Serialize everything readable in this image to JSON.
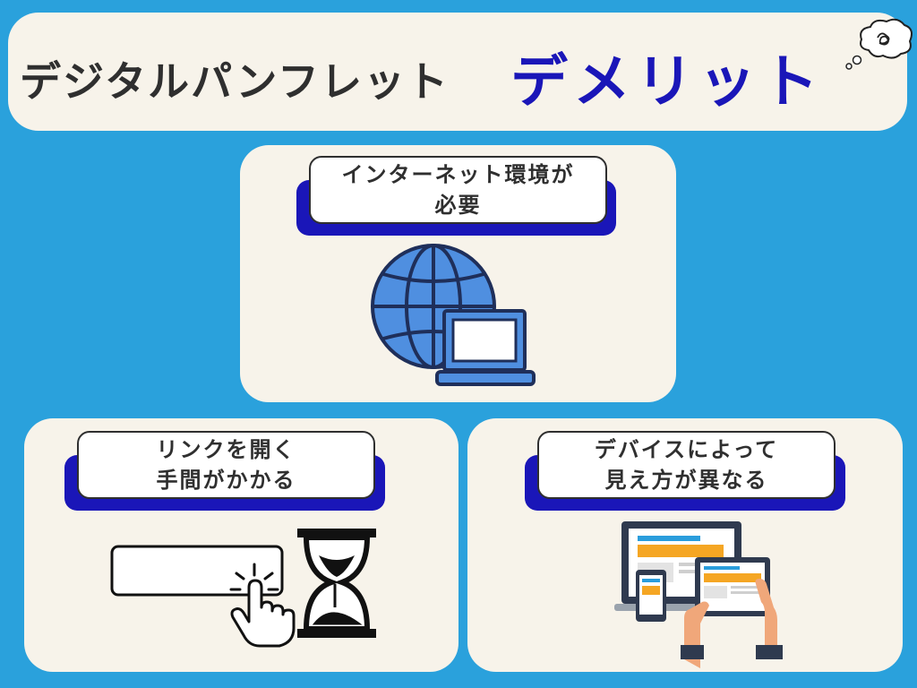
{
  "header": {
    "title": "デジタルパンフレット",
    "accent": "デメリット"
  },
  "cards": [
    {
      "id": "internet",
      "lines": [
        "インターネット環境が",
        "必要"
      ]
    },
    {
      "id": "link",
      "lines": [
        "リンクを開く",
        "手間がかかる"
      ]
    },
    {
      "id": "device",
      "lines": [
        "デバイスによって",
        "見え方が異なる"
      ]
    }
  ],
  "colors": {
    "background": "#2aa1dc",
    "panel": "#f7f3ea",
    "accent": "#1a16b8",
    "globe": "#4f8fe0"
  },
  "icons": [
    "thought-bubble-icon",
    "globe-icon",
    "laptop-icon",
    "click-hand-icon",
    "hourglass-icon",
    "device-screens-icon"
  ]
}
